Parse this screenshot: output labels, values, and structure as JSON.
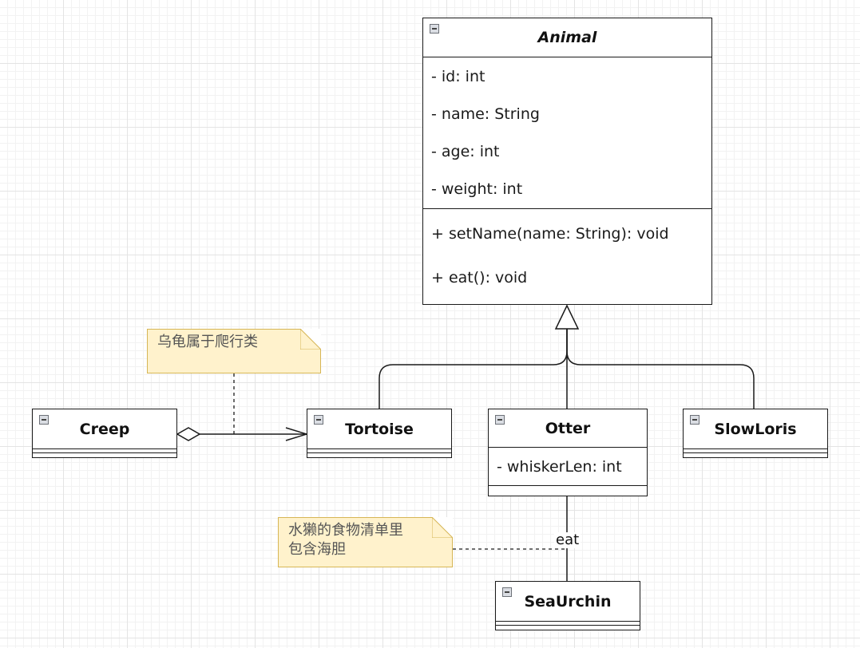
{
  "classes": {
    "animal": {
      "name": "Animal",
      "attributes": [
        "- id: int",
        "- name: String",
        "- age: int",
        "- weight: int"
      ],
      "methods": [
        "+ setName(name: String): void",
        "+ eat(): void"
      ]
    },
    "creep": {
      "name": "Creep"
    },
    "tortoise": {
      "name": "Tortoise"
    },
    "otter": {
      "name": "Otter",
      "attributes": [
        "- whiskerLen: int"
      ]
    },
    "slowloris": {
      "name": "SlowLoris"
    },
    "seaurchin": {
      "name": "SeaUrchin"
    }
  },
  "notes": {
    "tortoise_note": "乌龟属于爬行类",
    "otter_note_line1": "水獭的食物清单里",
    "otter_note_line2": "包含海胆"
  },
  "edges": {
    "otter_seaurchin_label": "eat"
  },
  "colors": {
    "note_fill": "#fff2cc",
    "note_border": "#d6b656",
    "line": "#1a1a1a",
    "grid": "#e4e4e4"
  },
  "icons": {
    "collapse": "minus-square-icon"
  }
}
